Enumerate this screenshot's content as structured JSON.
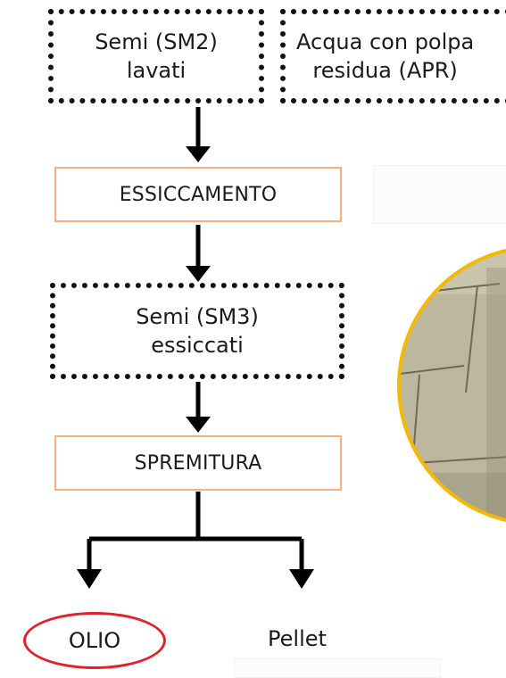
{
  "nodes": {
    "sm2": [
      "Semi (SM2)",
      "lavati"
    ],
    "apr": [
      "Acqua con polpa",
      "residua (APR)"
    ],
    "essiccamento": "ESSICCAMENTO",
    "sm3": [
      "Semi (SM3)",
      "essiccati"
    ],
    "spremitura": "SPREMITURA",
    "olio": "OLIO",
    "pellet": "Pellet"
  },
  "colors": {
    "process_border": "#f4b183",
    "olio_highlight": "#e0202a",
    "photo_ring": "#f5b800",
    "photo_fill": "#b9b39a"
  }
}
